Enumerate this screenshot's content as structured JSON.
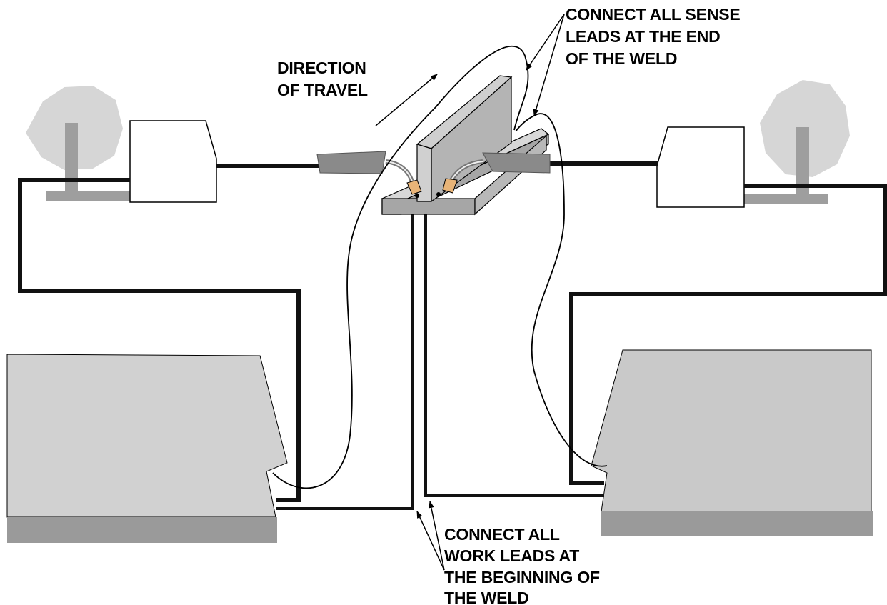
{
  "labels": {
    "direction": [
      "DIRECTION",
      "OF TRAVEL"
    ],
    "sense": [
      "CONNECT ALL SENSE",
      "LEADS AT THE END",
      "OF THE WELD"
    ],
    "work": [
      "CONNECT ALL",
      "WORK LEADS AT",
      "THE BEGINNING OF",
      "THE WELD"
    ]
  },
  "colors": {
    "spool": "#d6d6d6",
    "spool_post": "#9e9e9e",
    "power_source": "#d1d1d1",
    "base": "#9a9a9a",
    "cable": "#111111",
    "gun": "#8a8a8a",
    "plate_top": "#d8d8d8",
    "plate_front": "#a6a6a6",
    "nozzle": "#e8b478"
  }
}
